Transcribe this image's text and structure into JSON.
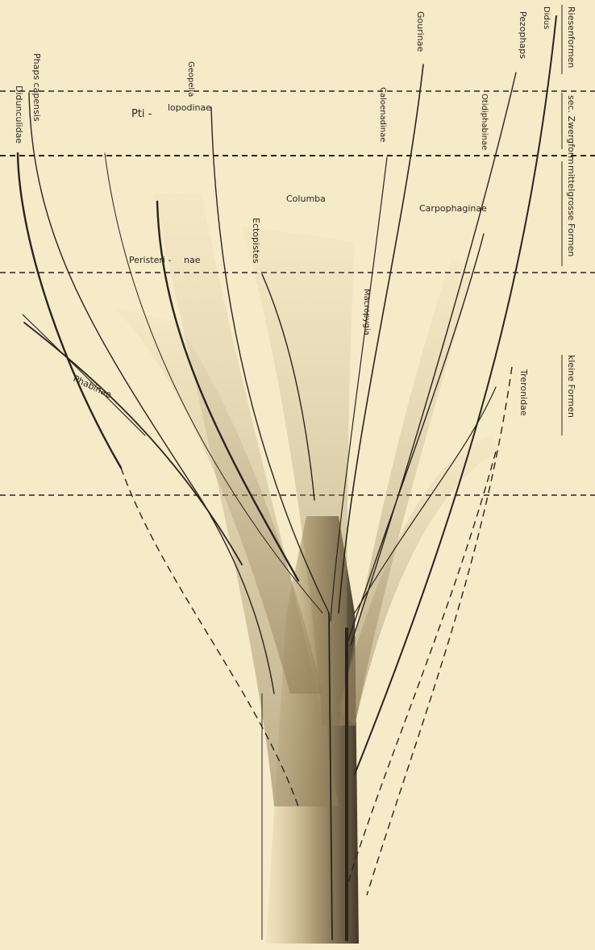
{
  "colors": {
    "paper": "#f6ebc8",
    "ink": "#2a241c",
    "shade": "#8a7a5a"
  },
  "size_classes": [
    "Riesenformen",
    "sec. Zwergform",
    "mittelgrosse Formen",
    "kleine Formen"
  ],
  "labels": {
    "didus": "Didus",
    "pezophaps": "Pezophaps",
    "gourinae": "Gourinae",
    "otidiphabinae": "Otidiphabinae",
    "caloenadinae": "Caloenadinae",
    "geopelia": "Geopelia",
    "phaps_capensis": "Phaps capensis",
    "didunculidae": "Didunculidae",
    "ptilopodinae_a": "Pti -",
    "ptilopodinae_b": "lopodinae",
    "columba": "Columba",
    "carpophaginae": "Carpophaginae",
    "ectopistes": "Ectopistes",
    "peristerinae_a": "Peristeri -",
    "peristerinae_b": "nae",
    "macropygia": "Macropygia",
    "treronidae": "Treronidae",
    "phabinae": "Phabinae"
  }
}
